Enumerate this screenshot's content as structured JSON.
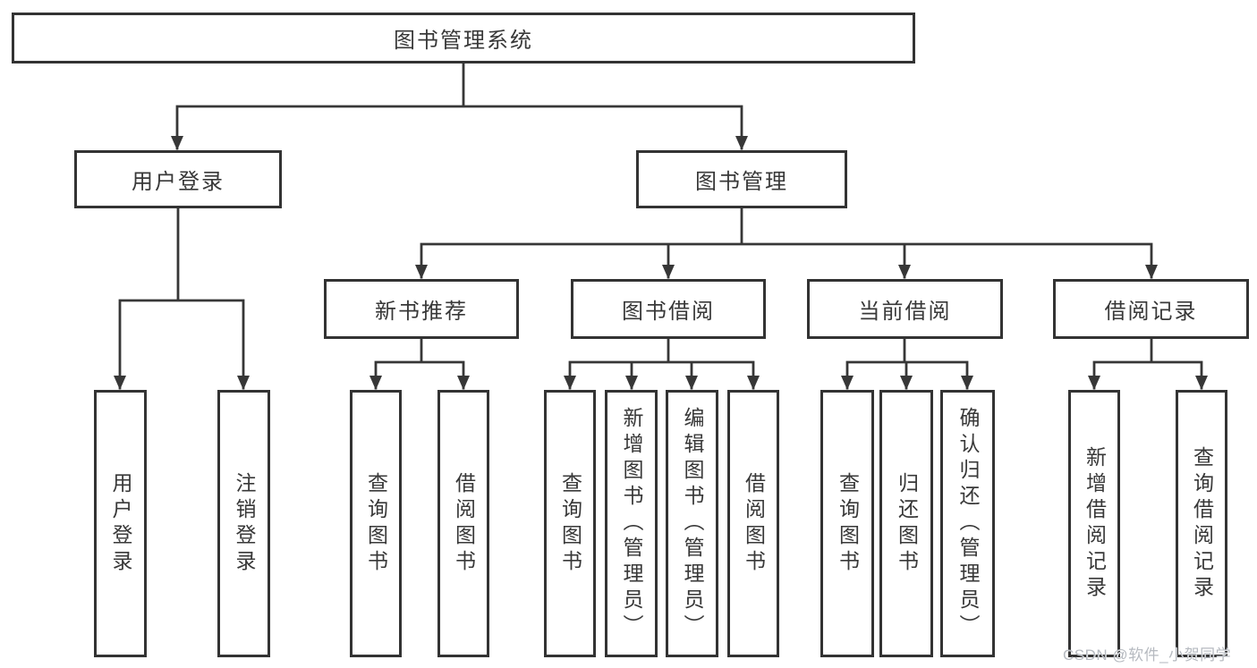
{
  "diagram": {
    "watermark": "CSDN @软件_小贺同学",
    "colors": {
      "line": "#373737",
      "box_border": "#333333",
      "text": "#383838",
      "background": "#ffffff",
      "watermark": "#b6bac0"
    },
    "tree": {
      "root": {
        "label": "图书管理系统",
        "children": [
          {
            "label": "用户登录",
            "children": [
              {
                "label": "用户登录"
              },
              {
                "label": "注销登录"
              }
            ]
          },
          {
            "label": "图书管理",
            "children": [
              {
                "label": "新书推荐",
                "children": [
                  {
                    "label": "查询图书"
                  },
                  {
                    "label": "借阅图书"
                  }
                ]
              },
              {
                "label": "图书借阅",
                "children": [
                  {
                    "label": "查询图书"
                  },
                  {
                    "label": "新增图书（管理员）"
                  },
                  {
                    "label": "编辑图书（管理员）"
                  },
                  {
                    "label": "借阅图书"
                  }
                ]
              },
              {
                "label": "当前借阅",
                "children": [
                  {
                    "label": "查询图书"
                  },
                  {
                    "label": "归还图书"
                  },
                  {
                    "label": "确认归还（管理员）"
                  }
                ]
              },
              {
                "label": "借阅记录",
                "children": [
                  {
                    "label": "新增借阅记录"
                  },
                  {
                    "label": "查询借阅记录"
                  }
                ]
              }
            ]
          }
        ]
      }
    }
  }
}
